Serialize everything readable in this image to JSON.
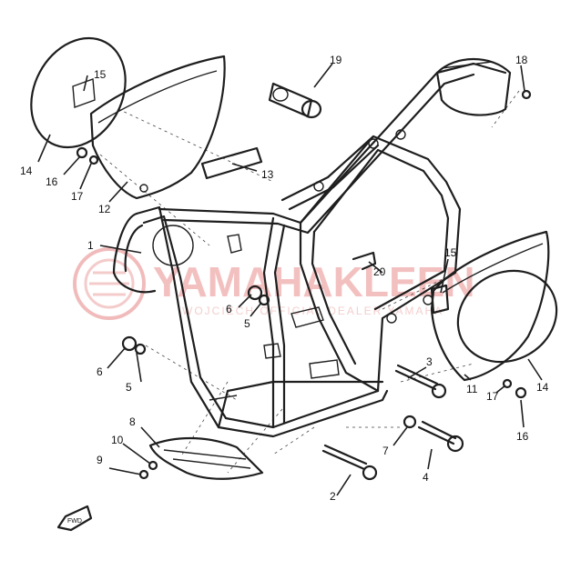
{
  "watermark": {
    "brand": "YAMAHAKLEEN",
    "tagline": "WOJCIECH OFFICIAL DEALER YAMAHA"
  },
  "colors": {
    "line": "#1e1e1e",
    "watermark": "#e8a3a3",
    "paper": "#ffffff"
  },
  "callouts": [
    {
      "id": "c1",
      "label": "1"
    },
    {
      "id": "c2",
      "label": "2"
    },
    {
      "id": "c3",
      "label": "3"
    },
    {
      "id": "c4",
      "label": "4"
    },
    {
      "id": "c5a",
      "label": "5"
    },
    {
      "id": "c5b",
      "label": "5"
    },
    {
      "id": "c6a",
      "label": "6"
    },
    {
      "id": "c6b",
      "label": "6"
    },
    {
      "id": "c7a",
      "label": "7"
    },
    {
      "id": "c8",
      "label": "8"
    },
    {
      "id": "c9",
      "label": "9"
    },
    {
      "id": "c10",
      "label": "10"
    },
    {
      "id": "c11",
      "label": "11"
    },
    {
      "id": "c12",
      "label": "12"
    },
    {
      "id": "c13",
      "label": "13"
    },
    {
      "id": "c14a",
      "label": "14"
    },
    {
      "id": "c14b",
      "label": "14"
    },
    {
      "id": "c15a",
      "label": "15"
    },
    {
      "id": "c15b",
      "label": "15"
    },
    {
      "id": "c16a",
      "label": "16"
    },
    {
      "id": "c16b",
      "label": "16"
    },
    {
      "id": "c17a",
      "label": "17"
    },
    {
      "id": "c17b",
      "label": "17"
    },
    {
      "id": "c18",
      "label": "18"
    },
    {
      "id": "c19",
      "label": "19"
    },
    {
      "id": "c20",
      "label": "20"
    }
  ],
  "fwd_label": "FWD"
}
